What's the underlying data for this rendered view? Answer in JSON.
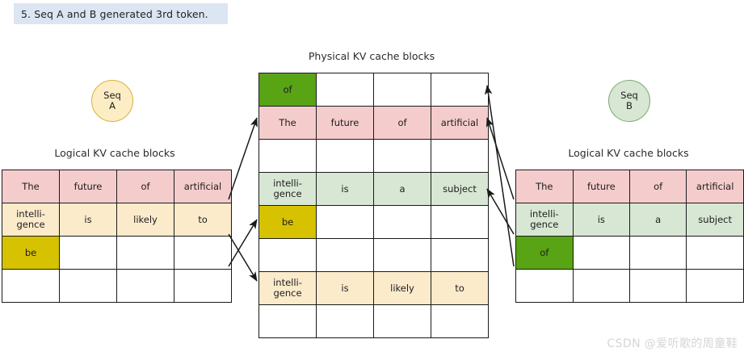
{
  "banner": {
    "text": "5. Seq A and B generated 3rd token."
  },
  "titles": {
    "physical": "Physical KV cache blocks",
    "logical_left": "Logical KV cache blocks",
    "logical_right": "Logical KV cache blocks"
  },
  "seq_a": {
    "line1": "Seq",
    "line2": "A"
  },
  "seq_b": {
    "line1": "Seq",
    "line2": "B"
  },
  "colors": {
    "pink": "#f5cccc",
    "cream": "#fcebcb",
    "gold": "#d6c200",
    "light_green": "#d7e7d3",
    "dark_green": "#58a415",
    "banner_blue": "#dce6f2",
    "seq_a_fill": "#fdedc4",
    "seq_a_stroke": "#d8b23c",
    "seq_b_fill": "#d7e7d3",
    "seq_b_stroke": "#77ab6d",
    "grid_line": "#1a1a1a",
    "watermark": "#d5d5d5"
  },
  "logical_left": {
    "rows": [
      {
        "fill": "pink",
        "cells": [
          "The",
          "future",
          "of",
          "artificial"
        ]
      },
      {
        "fill": "cream",
        "cells": [
          "intelli-\ngence",
          "is",
          "likely",
          "to"
        ]
      },
      {
        "fill": "gold",
        "cells": [
          "be",
          "",
          "",
          ""
        ]
      },
      {
        "fill": "white",
        "cells": [
          "",
          "",
          "",
          ""
        ]
      }
    ]
  },
  "logical_right": {
    "rows": [
      {
        "fill": "pink",
        "cells": [
          "The",
          "future",
          "of",
          "artificial"
        ]
      },
      {
        "fill": "light_green",
        "cells": [
          "intelli-\ngence",
          "is",
          "a",
          "subject"
        ]
      },
      {
        "fill": "dark_green",
        "cells": [
          "of",
          "",
          "",
          ""
        ]
      },
      {
        "fill": "white",
        "cells": [
          "",
          "",
          "",
          ""
        ]
      }
    ]
  },
  "physical": {
    "rows": [
      {
        "fill": "dark_green",
        "cells": [
          "of",
          "",
          "",
          ""
        ]
      },
      {
        "fill": "pink",
        "cells": [
          "The",
          "future",
          "of",
          "artificial"
        ]
      },
      {
        "fill": "white",
        "cells": [
          "",
          "",
          "",
          ""
        ]
      },
      {
        "fill": "light_green",
        "cells": [
          "intelli-\ngence",
          "is",
          "a",
          "subject"
        ]
      },
      {
        "fill": "gold",
        "cells": [
          "be",
          "",
          "",
          ""
        ]
      },
      {
        "fill": "white",
        "cells": [
          "",
          "",
          "",
          ""
        ]
      },
      {
        "fill": "cream",
        "cells": [
          "intelli-\ngence",
          "is",
          "likely",
          "to"
        ]
      },
      {
        "fill": "white",
        "cells": [
          "",
          "",
          "",
          ""
        ]
      }
    ]
  },
  "mappings": {
    "left_to_physical": [
      {
        "from_row": 1,
        "to_row": 2,
        "label": "seq-a-block-0-to-physical-block-1"
      },
      {
        "from_row": 2,
        "to_row": 7,
        "label": "seq-a-block-1-to-physical-block-6"
      },
      {
        "from_row": 3,
        "to_row": 5,
        "label": "seq-a-block-2-to-physical-block-4"
      }
    ],
    "right_to_physical": [
      {
        "from_row": 1,
        "to_row": 2,
        "label": "seq-b-block-0-to-physical-block-1"
      },
      {
        "from_row": 2,
        "to_row": 4,
        "label": "seq-b-block-1-to-physical-block-3"
      },
      {
        "from_row": 3,
        "to_row": 1,
        "label": "seq-b-block-2-to-physical-block-0"
      }
    ]
  },
  "watermark": {
    "text": "CSDN @爱听歌的周童鞋"
  }
}
